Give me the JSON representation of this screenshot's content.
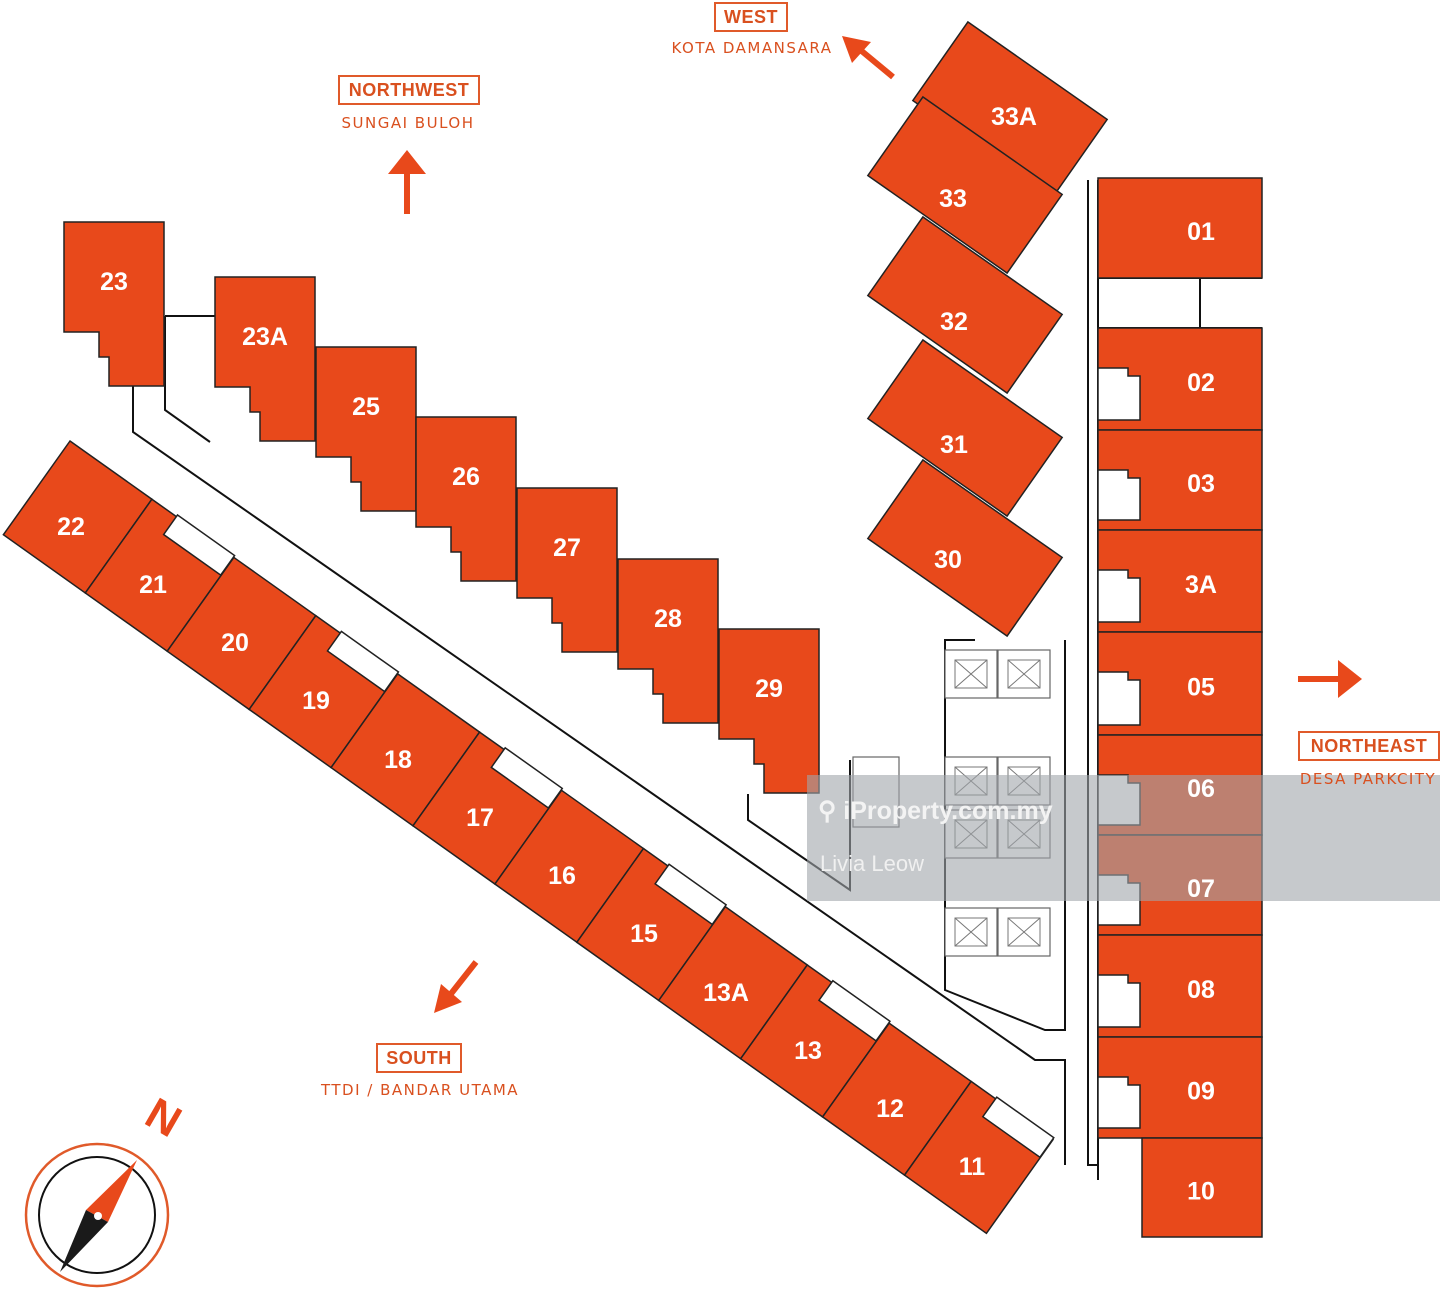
{
  "colors": {
    "unit_fill": "#e8491b",
    "label_accent": "#d9501f",
    "compass_black": "#1a1a1a"
  },
  "units": {
    "right_column": [
      "01",
      "02",
      "03",
      "3A",
      "05",
      "06",
      "07",
      "08",
      "09",
      "10"
    ],
    "top_row": [
      "23",
      "23A",
      "25",
      "26",
      "27",
      "28",
      "29"
    ],
    "diagonal_row": [
      "22",
      "21",
      "20",
      "19",
      "18",
      "17",
      "16",
      "15",
      "13A",
      "13",
      "12",
      "11"
    ],
    "upper_stack": [
      "33A",
      "33",
      "32",
      "31",
      "30"
    ]
  },
  "directions": {
    "west": {
      "label": "WEST",
      "place": "KOTA DAMANSARA"
    },
    "northwest": {
      "label": "NORTHWEST",
      "place": "SUNGAI BULOH"
    },
    "northeast": {
      "label": "NORTHEAST",
      "place": "DESA PARKCITY"
    },
    "south": {
      "label": "SOUTH",
      "place": "TTDI / BANDAR UTAMA"
    }
  },
  "compass": {
    "north_label": "N"
  },
  "watermark": {
    "site": "iProperty.com.my",
    "agent": "Livia Leow"
  }
}
